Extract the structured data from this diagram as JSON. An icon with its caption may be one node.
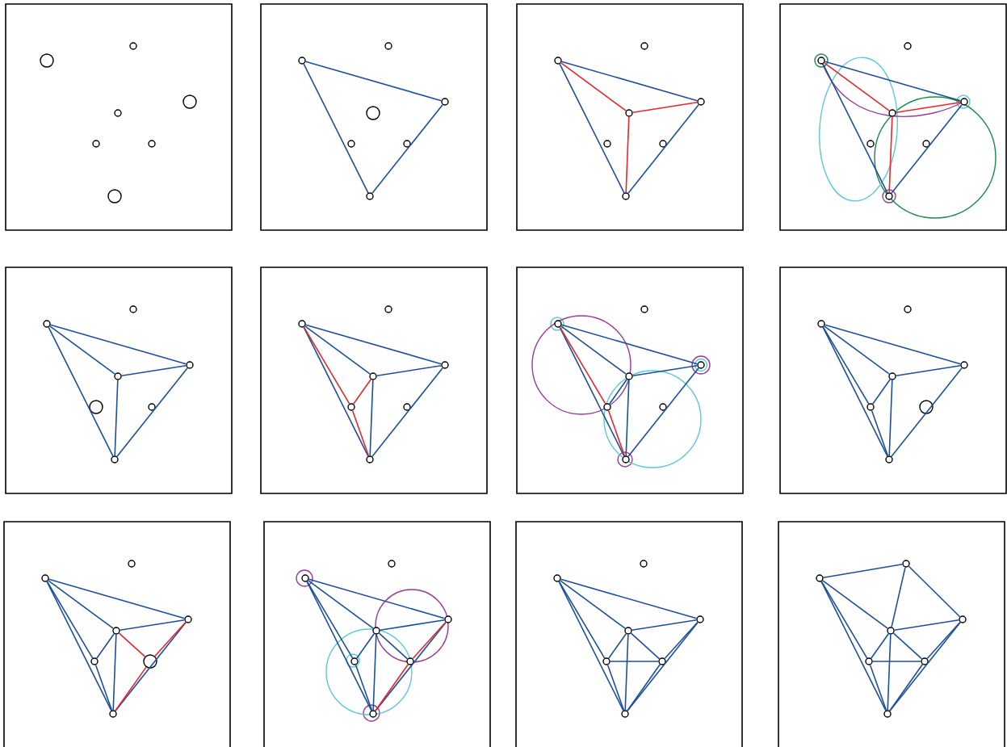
{
  "diagram": {
    "nodes": [
      {
        "text": [],
        "shape": "box"
      },
      {
        "text": [],
        "shape": "circle",
        "in": 0
      },
      {
        "text": [],
        "shape": "circle",
        "in": 0
      },
      {
        "text": [],
        "shape": "circle",
        "in": 0
      },
      {
        "text": [],
        "shape": "circle",
        "in": 0
      },
      {
        "text": [],
        "shape": "circle",
        "in": 0
      },
      {
        "text": [],
        "shape": "circle",
        "in": 0
      },
      {
        "text": [],
        "shape": "circle",
        "in": 0
      },
      {
        "text": [],
        "shape": "box"
      },
      {
        "text": [],
        "shape": "circle",
        "in": 8
      },
      {
        "text": [],
        "shape": "circle",
        "in": 8
      },
      {
        "text": [],
        "shape": "circle",
        "in": 8
      },
      {
        "text": [],
        "shape": "circle",
        "in": 8
      },
      {
        "text": [],
        "shape": "circle",
        "in": 8
      },
      {
        "text": [],
        "shape": "circle",
        "in": 8
      },
      {
        "text": [],
        "shape": "circle",
        "in": 8
      },
      {
        "text": [],
        "shape": "box"
      },
      {
        "text": [],
        "shape": "circle",
        "in": 16
      },
      {
        "text": [],
        "shape": "circle",
        "in": 16
      },
      {
        "text": [],
        "shape": "circle",
        "in": 16
      },
      {
        "text": [],
        "shape": "circle",
        "in": 16
      },
      {
        "text": [],
        "shape": "circle",
        "in": 16
      },
      {
        "text": [],
        "shape": "circle",
        "in": 16
      },
      {
        "text": [],
        "shape": "circle",
        "in": 16
      },
      {
        "text": [],
        "shape": "box"
      },
      {
        "text": [],
        "shape": "circle",
        "in": 24
      },
      {
        "text": [],
        "shape": "circle",
        "in": 24
      },
      {
        "text": [],
        "shape": "circle",
        "in": 24
      },
      {
        "text": [],
        "shape": "circle",
        "in": 24
      },
      {
        "text": [],
        "shape": "circle",
        "in": 24
      },
      {
        "text": [],
        "shape": "circle",
        "in": 24
      },
      {
        "text": [],
        "shape": "circle",
        "in": 24
      },
      {
        "text": [],
        "shape": "box"
      },
      {
        "text": [],
        "shape": "circle",
        "in": 32
      },
      {
        "text": [],
        "shape": "circle",
        "in": 32
      },
      {
        "text": [],
        "shape": "circle",
        "in": 32
      },
      {
        "text": [],
        "shape": "circle",
        "in": 32
      },
      {
        "text": [],
        "shape": "circle",
        "in": 32
      },
      {
        "text": [],
        "shape": "circle",
        "in": 32
      },
      {
        "text": [],
        "shape": "circle",
        "in": 32
      },
      {
        "text": [],
        "shape": "box"
      },
      {
        "text": [],
        "shape": "circle",
        "in": 40
      },
      {
        "text": [],
        "shape": "circle",
        "in": 40
      },
      {
        "text": [],
        "shape": "circle",
        "in": 40
      },
      {
        "text": [],
        "shape": "circle",
        "in": 40
      },
      {
        "text": [],
        "shape": "circle",
        "in": 40
      },
      {
        "text": [],
        "shape": "circle",
        "in": 40
      },
      {
        "text": [],
        "shape": "circle",
        "in": 40
      },
      {
        "text": [],
        "shape": "box"
      },
      {
        "text": [],
        "shape": "circle",
        "in": 48
      },
      {
        "text": [],
        "shape": "circle",
        "in": 48
      },
      {
        "text": [],
        "shape": "circle",
        "in": 48
      },
      {
        "text": [],
        "shape": "circle",
        "in": 48
      },
      {
        "text": [],
        "shape": "circle",
        "in": 48
      },
      {
        "text": [],
        "shape": "circle",
        "in": 48
      },
      {
        "text": [],
        "shape": "circle",
        "in": 48
      },
      {
        "text": [],
        "shape": "box"
      },
      {
        "text": [],
        "shape": "circle",
        "in": 56
      },
      {
        "text": [],
        "shape": "circle",
        "in": 56
      },
      {
        "text": [],
        "shape": "circle",
        "in": 56
      },
      {
        "text": [],
        "shape": "circle",
        "in": 56
      },
      {
        "text": [],
        "shape": "circle",
        "in": 56
      },
      {
        "text": [],
        "shape": "circle",
        "in": 56
      },
      {
        "text": [],
        "shape": "circle",
        "in": 56
      },
      {
        "text": [],
        "shape": "box"
      },
      {
        "text": [],
        "shape": "circle",
        "in": 64
      },
      {
        "text": [],
        "shape": "circle",
        "in": 64
      },
      {
        "text": [],
        "shape": "circle",
        "in": 64
      },
      {
        "text": [],
        "shape": "circle",
        "in": 64
      },
      {
        "text": [],
        "shape": "circle",
        "in": 64
      },
      {
        "text": [],
        "shape": "circle",
        "in": 64
      },
      {
        "text": [],
        "shape": "circle",
        "in": 64
      },
      {
        "text": [],
        "shape": "box"
      },
      {
        "text": [],
        "shape": "circle",
        "in": 72
      },
      {
        "text": [],
        "shape": "circle",
        "in": 72
      },
      {
        "text": [],
        "shape": "circle",
        "in": 72
      },
      {
        "text": [],
        "shape": "circle",
        "in": 72
      },
      {
        "text": [],
        "shape": "circle",
        "in": 72
      },
      {
        "text": [],
        "shape": "circle",
        "in": 72
      },
      {
        "text": [],
        "shape": "circle",
        "in": 72
      },
      {
        "text": [],
        "shape": "box"
      },
      {
        "text": [],
        "shape": "circle",
        "in": 80
      },
      {
        "text": [],
        "shape": "circle",
        "in": 80
      },
      {
        "text": [],
        "shape": "circle",
        "in": 80
      },
      {
        "text": [],
        "shape": "circle",
        "in": 80
      },
      {
        "text": [],
        "shape": "circle",
        "in": 80
      },
      {
        "text": [],
        "shape": "circle",
        "in": 80
      },
      {
        "text": [],
        "shape": "circle",
        "in": 80
      },
      {
        "text": [],
        "shape": "box"
      },
      {
        "text": [],
        "shape": "circle",
        "in": 88
      },
      {
        "text": [],
        "shape": "circle",
        "in": 88
      },
      {
        "text": [],
        "shape": "circle",
        "in": 88
      },
      {
        "text": [],
        "shape": "circle",
        "in": 88
      },
      {
        "text": [],
        "shape": "circle",
        "in": 88
      },
      {
        "text": [],
        "shape": "circle",
        "in": 88
      },
      {
        "text": [],
        "shape": "circle",
        "in": 88
      }
    ],
    "edges": [
      {
        "from": 9,
        "to": 12,
        "arrow": "none"
      },
      {
        "from": 12,
        "to": 15,
        "arrow": "none"
      },
      {
        "from": 15,
        "to": 9,
        "arrow": "none"
      },
      {
        "from": 17,
        "to": 20,
        "arrow": "none"
      },
      {
        "from": 20,
        "to": 23,
        "arrow": "none"
      },
      {
        "from": 23,
        "to": 17,
        "arrow": "none"
      },
      {
        "from": 19,
        "to": 17,
        "arrow": "none",
        "color": "#e8262b"
      },
      {
        "from": 19,
        "to": 20,
        "arrow": "none",
        "color": "#e8262b"
      },
      {
        "from": 19,
        "to": 23,
        "arrow": "none",
        "color": "#e8262b"
      },
      {
        "from": 25,
        "to": 28,
        "arrow": "none"
      },
      {
        "from": 28,
        "to": 31,
        "arrow": "none"
      },
      {
        "from": 31,
        "to": 25,
        "arrow": "none"
      },
      {
        "from": 27,
        "to": 25,
        "arrow": "none",
        "color": "#e8262b"
      },
      {
        "from": 27,
        "to": 28,
        "arrow": "none",
        "color": "#e8262b"
      },
      {
        "from": 27,
        "to": 31,
        "arrow": "none",
        "color": "#e8262b"
      },
      {
        "from": 33,
        "to": 36,
        "arrow": "none"
      },
      {
        "from": 36,
        "to": 39,
        "arrow": "none"
      },
      {
        "from": 39,
        "to": 33,
        "arrow": "none"
      },
      {
        "from": 35,
        "to": 33,
        "arrow": "none"
      },
      {
        "from": 35,
        "to": 36,
        "arrow": "none"
      },
      {
        "from": 35,
        "to": 39,
        "arrow": "none"
      },
      {
        "from": 41,
        "to": 44,
        "arrow": "none"
      },
      {
        "from": 44,
        "to": 47,
        "arrow": "none"
      },
      {
        "from": 47,
        "to": 41,
        "arrow": "none"
      },
      {
        "from": 43,
        "to": 41,
        "arrow": "none"
      },
      {
        "from": 43,
        "to": 44,
        "arrow": "none"
      },
      {
        "from": 43,
        "to": 47,
        "arrow": "none"
      },
      {
        "from": 45,
        "to": 41,
        "arrow": "none",
        "color": "#e8262b"
      },
      {
        "from": 45,
        "to": 43,
        "arrow": "none",
        "color": "#e8262b"
      },
      {
        "from": 45,
        "to": 47,
        "arrow": "none",
        "color": "#e8262b"
      },
      {
        "from": 49,
        "to": 52,
        "arrow": "none"
      },
      {
        "from": 52,
        "to": 55,
        "arrow": "none"
      },
      {
        "from": 55,
        "to": 49,
        "arrow": "none"
      },
      {
        "from": 51,
        "to": 49,
        "arrow": "none"
      },
      {
        "from": 51,
        "to": 52,
        "arrow": "none"
      },
      {
        "from": 51,
        "to": 55,
        "arrow": "none"
      },
      {
        "from": 53,
        "to": 51,
        "arrow": "none"
      },
      {
        "from": 53,
        "to": 49,
        "arrow": "none",
        "color": "#e8262b"
      },
      {
        "from": 53,
        "to": 55,
        "arrow": "none",
        "color": "#e8262b"
      },
      {
        "from": 57,
        "to": 60,
        "arrow": "none"
      },
      {
        "from": 60,
        "to": 63,
        "arrow": "none"
      },
      {
        "from": 63,
        "to": 57,
        "arrow": "none"
      },
      {
        "from": 59,
        "to": 57,
        "arrow": "none"
      },
      {
        "from": 59,
        "to": 60,
        "arrow": "none"
      },
      {
        "from": 59,
        "to": 63,
        "arrow": "none"
      },
      {
        "from": 61,
        "to": 57,
        "arrow": "none"
      },
      {
        "from": 61,
        "to": 59,
        "arrow": "none"
      },
      {
        "from": 61,
        "to": 63,
        "arrow": "none"
      },
      {
        "from": 65,
        "to": 68,
        "arrow": "none"
      },
      {
        "from": 68,
        "to": 71,
        "arrow": "none"
      },
      {
        "from": 71,
        "to": 65,
        "arrow": "none"
      },
      {
        "from": 67,
        "to": 65,
        "arrow": "none"
      },
      {
        "from": 67,
        "to": 68,
        "arrow": "none"
      },
      {
        "from": 67,
        "to": 71,
        "arrow": "none"
      },
      {
        "from": 69,
        "to": 65,
        "arrow": "none"
      },
      {
        "from": 69,
        "to": 67,
        "arrow": "none"
      },
      {
        "from": 69,
        "to": 71,
        "arrow": "none"
      },
      {
        "from": 70,
        "to": 67,
        "arrow": "none",
        "color": "#e8262b"
      },
      {
        "from": 70,
        "to": 68,
        "arrow": "none",
        "color": "#e8262b"
      },
      {
        "from": 70,
        "to": 71,
        "arrow": "none",
        "color": "#e8262b"
      },
      {
        "from": 73,
        "to": 76,
        "arrow": "none"
      },
      {
        "from": 76,
        "to": 79,
        "arrow": "none"
      },
      {
        "from": 79,
        "to": 73,
        "arrow": "none"
      },
      {
        "from": 75,
        "to": 73,
        "arrow": "none"
      },
      {
        "from": 75,
        "to": 76,
        "arrow": "none"
      },
      {
        "from": 75,
        "to": 79,
        "arrow": "none"
      },
      {
        "from": 77,
        "to": 73,
        "arrow": "none"
      },
      {
        "from": 77,
        "to": 75,
        "arrow": "none"
      },
      {
        "from": 77,
        "to": 79,
        "arrow": "none"
      },
      {
        "from": 78,
        "to": 75,
        "arrow": "none"
      },
      {
        "from": 78,
        "to": 76,
        "arrow": "none",
        "color": "#e8262b"
      },
      {
        "from": 78,
        "to": 79,
        "arrow": "none",
        "color": "#e8262b"
      },
      {
        "from": 81,
        "to": 84,
        "arrow": "none"
      },
      {
        "from": 84,
        "to": 87,
        "arrow": "none"
      },
      {
        "from": 87,
        "to": 81,
        "arrow": "none"
      },
      {
        "from": 83,
        "to": 81,
        "arrow": "none"
      },
      {
        "from": 83,
        "to": 84,
        "arrow": "none"
      },
      {
        "from": 83,
        "to": 87,
        "arrow": "none"
      },
      {
        "from": 85,
        "to": 81,
        "arrow": "none"
      },
      {
        "from": 85,
        "to": 83,
        "arrow": "none"
      },
      {
        "from": 85,
        "to": 87,
        "arrow": "none"
      },
      {
        "from": 86,
        "to": 85,
        "arrow": "none"
      },
      {
        "from": 86,
        "to": 83,
        "arrow": "none"
      },
      {
        "from": 86,
        "to": 84,
        "arrow": "none"
      },
      {
        "from": 86,
        "to": 87,
        "arrow": "none"
      },
      {
        "from": 89,
        "to": 90,
        "arrow": "none"
      },
      {
        "from": 90,
        "to": 92,
        "arrow": "none"
      },
      {
        "from": 90,
        "to": 91,
        "arrow": "none"
      },
      {
        "from": 89,
        "to": 91,
        "arrow": "none"
      },
      {
        "from": 89,
        "to": 93,
        "arrow": "none"
      },
      {
        "from": 89,
        "to": 95,
        "arrow": "none"
      },
      {
        "from": 91,
        "to": 92,
        "arrow": "none"
      },
      {
        "from": 91,
        "to": 93,
        "arrow": "none"
      },
      {
        "from": 91,
        "to": 94,
        "arrow": "none"
      },
      {
        "from": 91,
        "to": 95,
        "arrow": "none"
      },
      {
        "from": 93,
        "to": 94,
        "arrow": "none"
      },
      {
        "from": 93,
        "to": 95,
        "arrow": "none"
      },
      {
        "from": 94,
        "to": 92,
        "arrow": "none"
      },
      {
        "from": 94,
        "to": 95,
        "arrow": "none"
      },
      {
        "from": 95,
        "to": 92,
        "arrow": "none"
      }
    ]
  }
}
